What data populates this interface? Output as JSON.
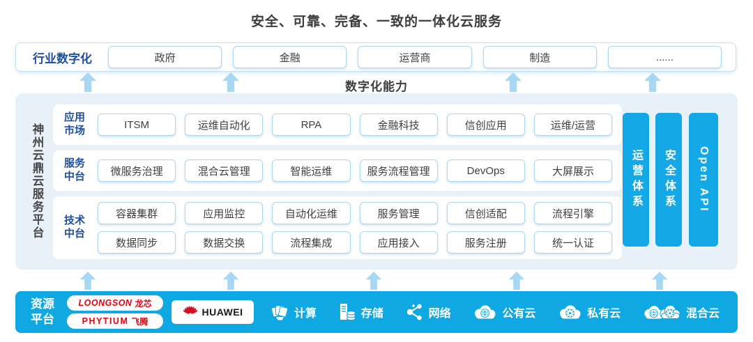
{
  "title": "安全、可靠、完备、一致的一体化云服务",
  "industry_row": {
    "label": "行业数字化",
    "items": [
      "政府",
      "金融",
      "运营商",
      "制造",
      "......"
    ]
  },
  "capability_label": "数字化能力",
  "platform": {
    "name": "神州云鼎云服务平台",
    "rows": [
      {
        "label": "应用市场",
        "items": [
          "ITSM",
          "运维自动化",
          "RPA",
          "金融科技",
          "信创应用",
          "运维/运营"
        ]
      },
      {
        "label": "服务中台",
        "items": [
          "微服务治理",
          "混合云管理",
          "智能运维",
          "服务流程管理",
          "DevOps",
          "大屏展示"
        ]
      },
      {
        "label": "技术中台",
        "items": [
          "容器集群",
          "应用监控",
          "自动化运维",
          "服务管理",
          "信创适配",
          "流程引擎",
          "数据同步",
          "数据交换",
          "流程集成",
          "应用接入",
          "服务注册",
          "统一认证"
        ]
      }
    ],
    "side_bars": [
      "运营体系",
      "安全体系",
      "Open API"
    ]
  },
  "resource_platform": {
    "label": "资源平台",
    "vendors": {
      "loongson_en": "LOONGSON",
      "loongson_cn": "龙芯",
      "phytium_en": "PHYTIUM",
      "phytium_cn": "飞腾",
      "huawei": "HUAWEI"
    },
    "resources": [
      {
        "icon": "compute-icon",
        "label": "计算"
      },
      {
        "icon": "storage-icon",
        "label": "存储"
      },
      {
        "icon": "network-icon",
        "label": "网络"
      },
      {
        "icon": "public-cloud-icon",
        "label": "公有云"
      },
      {
        "icon": "private-cloud-icon",
        "label": "私有云"
      },
      {
        "icon": "hybrid-cloud-icon",
        "label": "混合云"
      }
    ]
  },
  "colors": {
    "accent_blue": "#0fa8e2",
    "bar_blue": "#14a9e6",
    "arrow_light_blue": "#a6d7f3",
    "dark_blue_text": "#1e4e9d",
    "box_border_blue": "#abd6f2",
    "panel_bg": "#e9f1f8",
    "brand_red": "#e60012",
    "title_gray": "#3d3d3d"
  }
}
